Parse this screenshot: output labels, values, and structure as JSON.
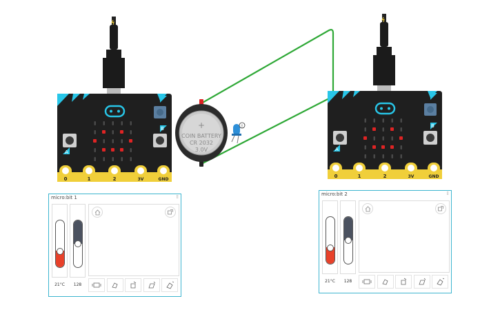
{
  "boards": [
    {
      "name": "micro:bit 1",
      "pins": [
        "0",
        "1",
        "2",
        "3V",
        "GND"
      ],
      "button_a": "A",
      "button_b": "B",
      "temperature": "21°C",
      "temperature_level": 0.35,
      "light": "128",
      "light_level": 0.5
    },
    {
      "name": "micro:bit 2",
      "pins": [
        "0",
        "1",
        "2",
        "3V",
        "GND"
      ],
      "button_a": "A",
      "button_b": "B",
      "temperature": "21°C",
      "temperature_level": 0.35,
      "light": "128",
      "light_level": 0.5
    }
  ],
  "battery": {
    "lines": [
      "COIN BATTERY",
      "CR 2032",
      "3.0V"
    ],
    "plus": "+"
  },
  "led_status_icon": "!",
  "colors": {
    "board": "#1f1f1f",
    "accent": "#28c6e8",
    "pin_gold": "#f0cf3a",
    "led": "#e02424",
    "wire": "#2ea836",
    "panel_border": "#3bb4cf",
    "temp_fill": "#e8412a",
    "light_fill": "#4b5260"
  },
  "icons": {
    "usb": "usb-cable-icon",
    "thermometer": "thermometer-icon",
    "light": "sun-icon",
    "home": "home-icon",
    "rotate": "rotate-icon",
    "gestures": [
      "shake-icon",
      "tilt-left-icon",
      "tilt-right-icon",
      "screen-up-icon",
      "screen-down-icon"
    ]
  }
}
